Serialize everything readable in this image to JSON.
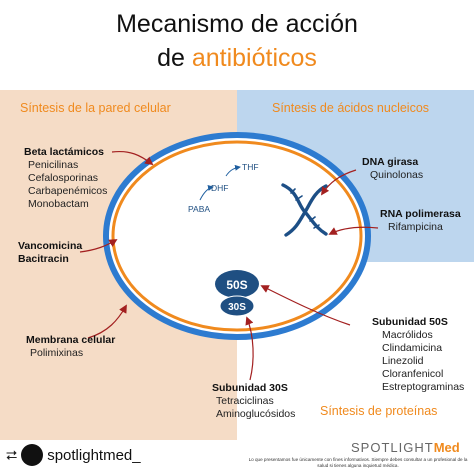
{
  "title": {
    "line1": "Mecanismo de acción",
    "line2_prefix": "de ",
    "line2_accent": "antibióticos"
  },
  "sections": {
    "cell_wall": "Síntesis de la pared celular",
    "nucleic_acids": "Síntesis de ácidos nucleicos",
    "proteins": "Síntesis de proteínas"
  },
  "beta_lactam": {
    "heading": "Beta lactámicos",
    "items": [
      "Penicilinas",
      "Cefalosporinas",
      "Carbapenémicos",
      "Monobactam"
    ]
  },
  "vanco": {
    "line1": "Vancomicina",
    "line2": "Bacitracin"
  },
  "membrane": {
    "heading": "Membrana celular",
    "item": "Polimixinas"
  },
  "dna_gyrase": {
    "heading": "DNA girasa",
    "item": "Quinolonas"
  },
  "rna_pol": {
    "heading": "RNA polimerasa",
    "item": "Rifampicina"
  },
  "sub50": {
    "heading": "Subunidad 50S",
    "items": [
      "Macrólidos",
      "Clindamicina",
      "Linezolid",
      "Cloranfenicol",
      "Estreptograminas"
    ]
  },
  "sub30": {
    "heading": "Subunidad 30S",
    "items": [
      "Tetraciclinas",
      "Aminoglucósidos"
    ]
  },
  "folate": {
    "thf": "THF",
    "dhf": "DHF",
    "paba": "PABA"
  },
  "ribosome": {
    "large": "50S",
    "small": "30S"
  },
  "footer": {
    "handle": "spotlightmed_",
    "brand_main": "SPOTLIGHT",
    "brand_accent": "Med",
    "disclaimer": "Lo que presentamos fue únicamente con fines informativos. Siempre debes consultar a un profesional de la salud si tienes alguna inquietud médica."
  },
  "colors": {
    "accent": "#f08a1e",
    "wall_blue": "#2d7bd0",
    "left_bg": "#f5dcc6",
    "right_bg": "#bdd6ee",
    "arrow_red": "#a32020",
    "ribosome": "#1f4f82"
  }
}
